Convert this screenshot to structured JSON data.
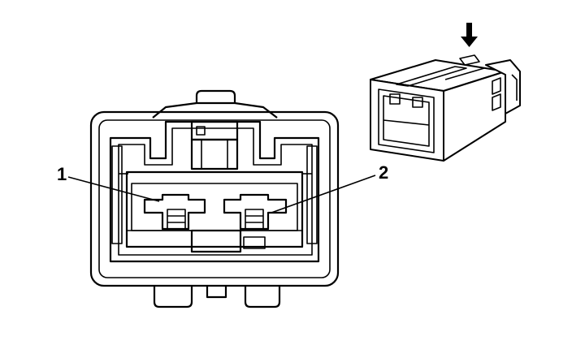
{
  "pins": [
    {
      "label": "1"
    },
    {
      "label": "2"
    }
  ],
  "icons": {
    "arrow": "down-arrow-icon",
    "connector_front": "connector-front-view",
    "connector_side": "connector-isometric-view"
  }
}
